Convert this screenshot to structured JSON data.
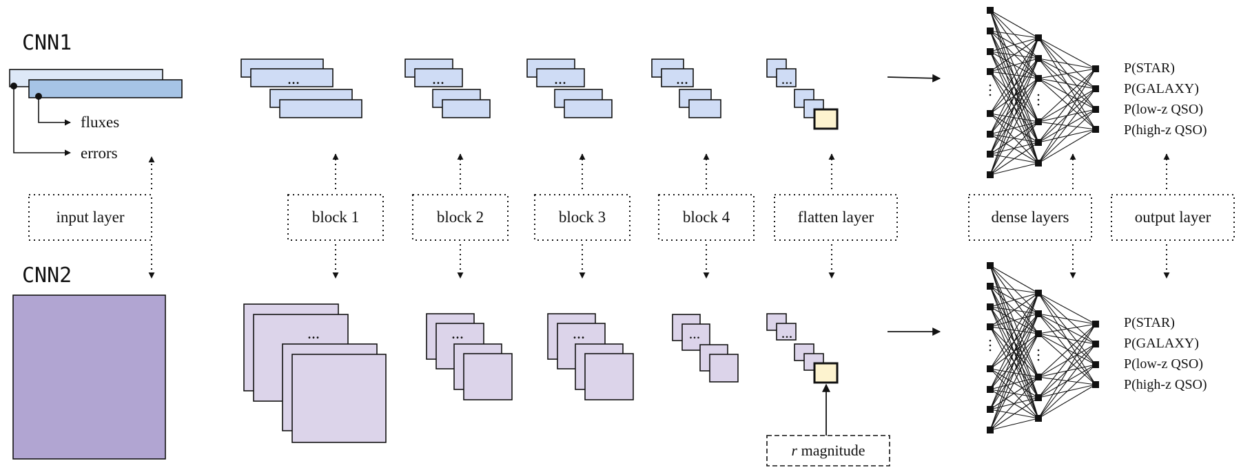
{
  "titles": {
    "cnn1": "CNN1",
    "cnn2": "CNN2"
  },
  "input": {
    "fluxes": "fluxes",
    "errors": "errors"
  },
  "dots": "...",
  "vdots": ".",
  "labels": {
    "input": "input layer",
    "block1": "block 1",
    "block2": "block 2",
    "block3": "block 3",
    "block4": "block 4",
    "flatten": "flatten layer",
    "dense": "dense layers",
    "output": "output layer"
  },
  "extra_input": {
    "italic": "r",
    "rest": " magnitude"
  },
  "outputs_top": [
    "P(STAR)",
    "P(GALAXY)",
    "P(low-z QSO)",
    "P(high-z QSO)"
  ],
  "outputs_bottom": [
    "P(STAR)",
    "P(GALAXY)",
    "P(low-z QSO)",
    "P(high-z QSO)"
  ],
  "colors": {
    "blue_fill": "#cfdcf5",
    "blue_light": "#dde8f7",
    "blue_dark": "#a6c4e6",
    "purple_fill": "#dcd4ea",
    "purple_dark": "#b1a5d2",
    "flatten_out": "#fdf3cf",
    "stroke": "#111111"
  }
}
